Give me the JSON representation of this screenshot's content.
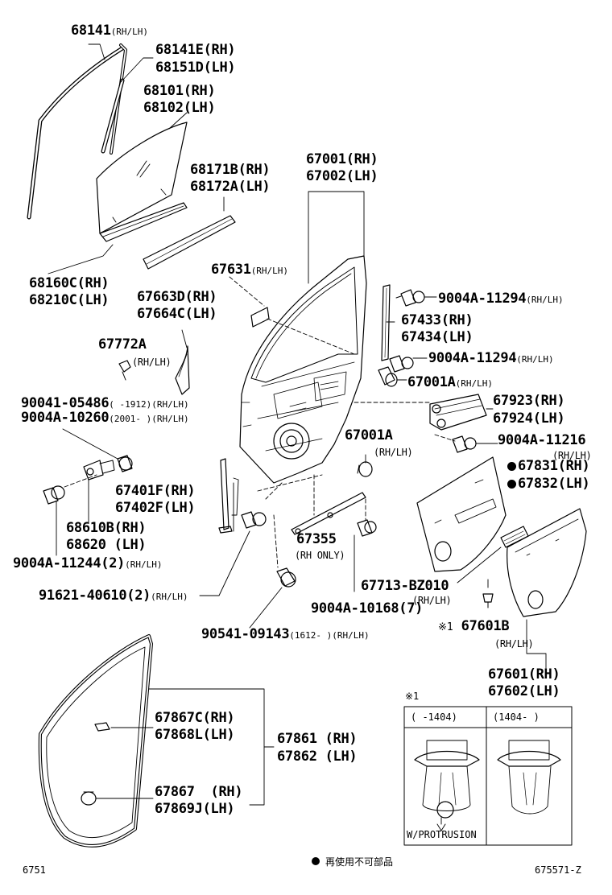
{
  "labels": {
    "p68141": {
      "num": "68141",
      "sub": "(RH/LH)"
    },
    "p68141E": {
      "num": "68141E",
      "sub": "(RH)"
    },
    "p68151D": {
      "num": "68151D",
      "sub": "(LH)"
    },
    "p68101": {
      "num": "68101",
      "sub": "(RH)"
    },
    "p68102": {
      "num": "68102",
      "sub": "(LH)"
    },
    "p68171B": {
      "num": "68171B",
      "sub": "(RH)"
    },
    "p68172A": {
      "num": "68172A",
      "sub": "(LH)"
    },
    "p67001": {
      "num": "67001",
      "sub": "(RH)"
    },
    "p67002": {
      "num": "67002",
      "sub": "(LH)"
    },
    "p67631": {
      "num": "67631",
      "sub": "(RH/LH)"
    },
    "p68160C": {
      "num": "68160C",
      "sub": "(RH)"
    },
    "p68210C": {
      "num": "68210C",
      "sub": "(LH)"
    },
    "p67663D": {
      "num": "67663D",
      "sub": "(RH)"
    },
    "p67664C": {
      "num": "67664C",
      "sub": "(LH)"
    },
    "p67772A": {
      "num": "67772A",
      "sub": "(RH/LH)"
    },
    "p9004A11294a": {
      "num": "9004A-11294",
      "sub": "(RH/LH)"
    },
    "p67433": {
      "num": "67433",
      "sub": "(RH)"
    },
    "p67434": {
      "num": "67434",
      "sub": "(LH)"
    },
    "p9004A11294b": {
      "num": "9004A-11294",
      "sub": "(RH/LH)"
    },
    "p67001A_a": {
      "num": "67001A",
      "sub": "(RH/LH)"
    },
    "p90041": {
      "num": "90041-05486",
      "sub": "(    -1912)(RH/LH)"
    },
    "p9004A10260": {
      "num": "9004A-10260",
      "sub": "(2001-     )(RH/LH)"
    },
    "p67923": {
      "num": "67923",
      "sub": "(RH)"
    },
    "p67924": {
      "num": "67924",
      "sub": "(LH)"
    },
    "p67001A_b": {
      "num": "67001A",
      "sub": "(RH/LH)"
    },
    "p9004A11216": {
      "num": "9004A-11216",
      "sub": "(RH/LH)"
    },
    "p67831": {
      "num": "67831",
      "sub": "(RH)"
    },
    "p67832": {
      "num": "67832",
      "sub": "(LH)"
    },
    "p67401F": {
      "num": "67401F",
      "sub": "(RH)"
    },
    "p67402F": {
      "num": "67402F",
      "sub": "(LH)"
    },
    "p68610B": {
      "num": "68610B",
      "sub": "(RH)"
    },
    "p68620": {
      "num": "68620",
      "sub": "(LH)"
    },
    "p67355": {
      "num": "67355",
      "sub": "(RH ONLY)"
    },
    "p9004A11244": {
      "num": "9004A-11244(2)",
      "sub": "(RH/LH)"
    },
    "p67713": {
      "num": "67713-BZ010",
      "sub": "(RH/LH)"
    },
    "p91621": {
      "num": "91621-40610(2)",
      "sub": "(RH/LH)"
    },
    "p9004A10168": {
      "num": "9004A-10168(7)",
      "sub": ""
    },
    "p67601B": {
      "num": "67601B",
      "sub": "(RH/LH)",
      "prefix": "※1"
    },
    "p90541": {
      "num": "90541-09143",
      "sub": "(1612-      )(RH/LH)"
    },
    "p67601": {
      "num": "67601",
      "sub": "(RH)"
    },
    "p67602": {
      "num": "67602",
      "sub": "(LH)"
    },
    "p67867C": {
      "num": "67867C",
      "sub": "(RH)"
    },
    "p67868L": {
      "num": "67868L",
      "sub": "(LH)"
    },
    "p67861": {
      "num": "67861",
      "sub": "(RH)"
    },
    "p67862": {
      "num": "67862",
      "sub": "(LH)"
    },
    "p67867": {
      "num": "67867 ",
      "sub": "(RH)"
    },
    "p67869J": {
      "num": "67869J",
      "sub": "(LH)"
    }
  },
  "inset": {
    "marker": "※1",
    "col1": "(     -1404)",
    "col2": "(1404-      )",
    "caption": "W/PROTRUSION"
  },
  "footer": {
    "left_code": "6751",
    "right_code": "675571-Z",
    "legend_text": "再使用不可部品"
  }
}
